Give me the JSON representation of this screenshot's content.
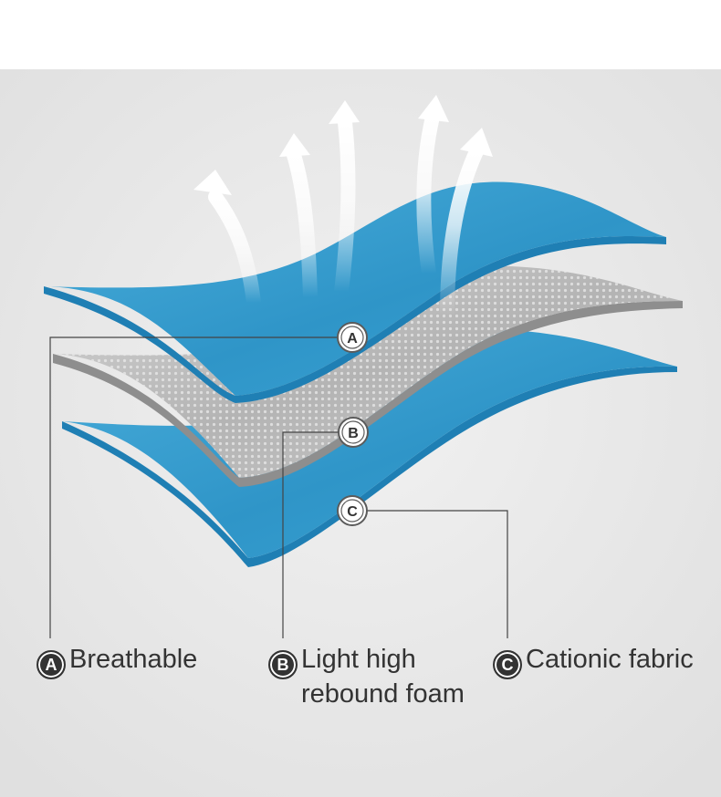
{
  "colors": {
    "background": "#e8e8e8",
    "blue_layer": "#3aa0cf",
    "blue_edge": "#1f7fb4",
    "gray_layer": "#bcbcbc",
    "gray_edge": "#8e8e8e",
    "text": "#333333"
  },
  "markers": {
    "a": "A",
    "b": "B",
    "c": "C"
  },
  "legend": {
    "a": {
      "badge": "A",
      "line1": "Breathable",
      "line2": ""
    },
    "b": {
      "badge": "B",
      "line1": "Light high",
      "line2": "rebound foam"
    },
    "c": {
      "badge": "C",
      "line1": "Cationic fabric",
      "line2": ""
    }
  },
  "icons": [
    "airflow-arrow-icon"
  ]
}
